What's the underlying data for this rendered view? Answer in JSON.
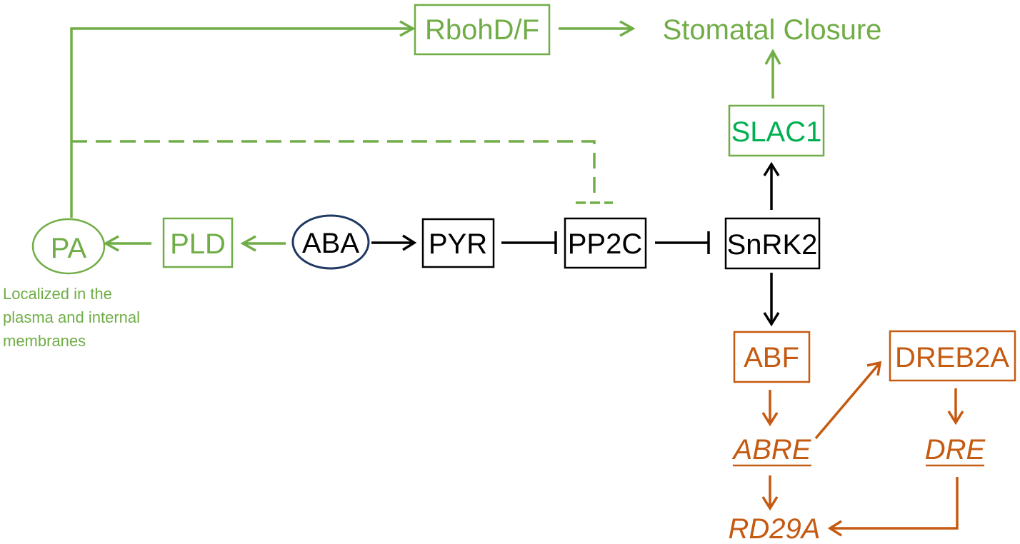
{
  "colors": {
    "green": "#70ad47",
    "teal": "#00b050",
    "black": "#000000",
    "orange": "#c55a11",
    "navy": "#1f3864"
  },
  "nodes": {
    "rbohd": "RbohD/F",
    "stomatal": "Stomatal Closure",
    "slac1": "SLAC1",
    "pa": "PA",
    "pld": "PLD",
    "aba": "ABA",
    "pyr": "PYR",
    "pp2c": "PP2C",
    "snrk2": "SnRK2",
    "abf": "ABF",
    "dreb2a": "DREB2A",
    "abre": "ABRE",
    "dre": "DRE",
    "rd29a": "RD29A"
  },
  "note": {
    "line1": "Localized in the",
    "line2": "plasma and internal",
    "line3": "membranes"
  }
}
